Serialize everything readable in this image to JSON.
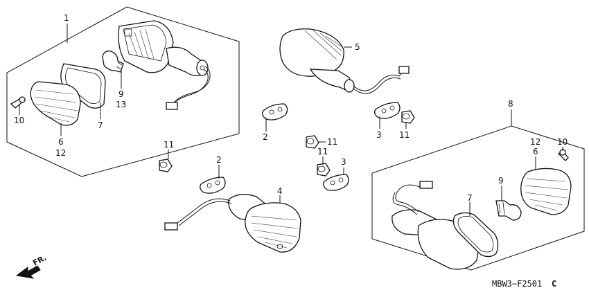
{
  "diagram": {
    "code": "MBW3−F2501",
    "code_suffix": "C",
    "front_marker": "FR.",
    "callouts": [
      "1",
      "9",
      "13",
      "10",
      "7",
      "6",
      "12",
      "5",
      "2",
      "3",
      "11",
      "11",
      "11",
      "11",
      "4",
      "2",
      "3",
      "8",
      "12",
      "6",
      "10",
      "9",
      "7"
    ]
  }
}
